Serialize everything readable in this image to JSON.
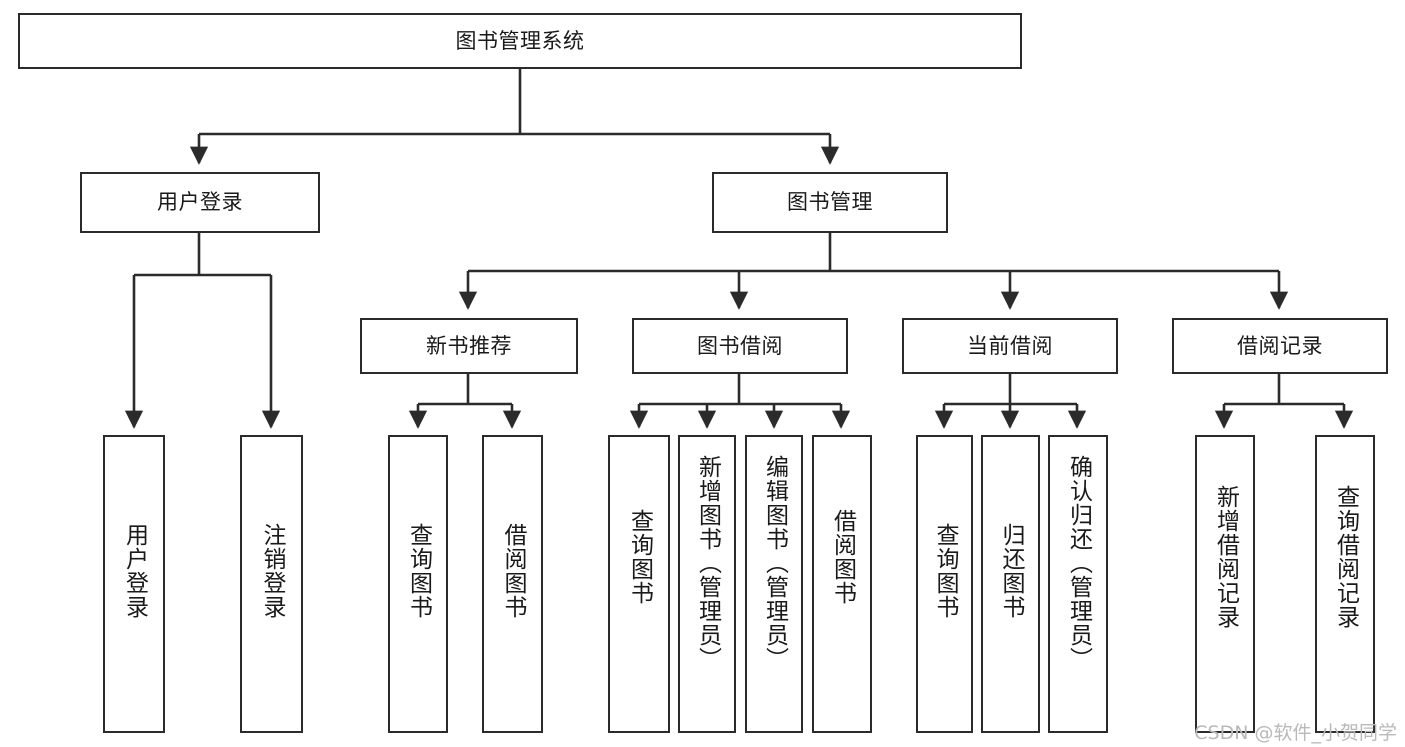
{
  "diagram": {
    "type": "tree-hierarchy",
    "title": "图书管理系统",
    "root": {
      "id": "root",
      "label": "图书管理系统",
      "orientation": "horizontal"
    },
    "level2": [
      {
        "id": "user-login",
        "label": "用户登录",
        "orientation": "horizontal"
      },
      {
        "id": "book-manage",
        "label": "图书管理",
        "orientation": "horizontal"
      }
    ],
    "level3": [
      {
        "id": "new-book-rec",
        "label": "新书推荐",
        "orientation": "horizontal",
        "parent": "book-manage"
      },
      {
        "id": "book-borrow",
        "label": "图书借阅",
        "orientation": "horizontal",
        "parent": "book-manage"
      },
      {
        "id": "current-borrow",
        "label": "当前借阅",
        "orientation": "horizontal",
        "parent": "book-manage"
      },
      {
        "id": "borrow-record",
        "label": "借阅记录",
        "orientation": "horizontal",
        "parent": "book-manage"
      }
    ],
    "leaves": {
      "user_login": [
        {
          "id": "leaf-user-login",
          "label": "用户登录",
          "orientation": "vertical"
        },
        {
          "id": "leaf-user-logout",
          "label": "注销登录",
          "orientation": "vertical"
        }
      ],
      "new_book_rec": [
        {
          "id": "leaf-query-book-1",
          "label": "查询图书",
          "orientation": "vertical"
        },
        {
          "id": "leaf-borrow-book-1",
          "label": "借阅图书",
          "orientation": "vertical"
        }
      ],
      "book_borrow": [
        {
          "id": "leaf-query-book-2",
          "label": "查询图书",
          "orientation": "vertical"
        },
        {
          "id": "leaf-add-book",
          "label": "新增图书（管理员）",
          "orientation": "vertical"
        },
        {
          "id": "leaf-edit-book",
          "label": "编辑图书（管理员）",
          "orientation": "vertical"
        },
        {
          "id": "leaf-borrow-book-2",
          "label": "借阅图书",
          "orientation": "vertical"
        }
      ],
      "current_borrow": [
        {
          "id": "leaf-query-book-3",
          "label": "查询图书",
          "orientation": "vertical"
        },
        {
          "id": "leaf-return-book",
          "label": "归还图书",
          "orientation": "vertical"
        },
        {
          "id": "leaf-confirm-return",
          "label": "确认归还（管理员）",
          "orientation": "vertical"
        }
      ],
      "borrow_record": [
        {
          "id": "leaf-add-record",
          "label": "新增借阅记录",
          "orientation": "vertical"
        },
        {
          "id": "leaf-query-record",
          "label": "查询借阅记录",
          "orientation": "vertical"
        }
      ]
    },
    "colors": {
      "box_border": "#2b2b2b",
      "box_fill": "#ffffff",
      "connector": "#2b2b2b",
      "text": "#1a1a1a",
      "watermark": "#b9b9b9",
      "canvas": "#ffffff"
    }
  },
  "watermark": {
    "text": "CSDN @软件_小贺同学"
  }
}
